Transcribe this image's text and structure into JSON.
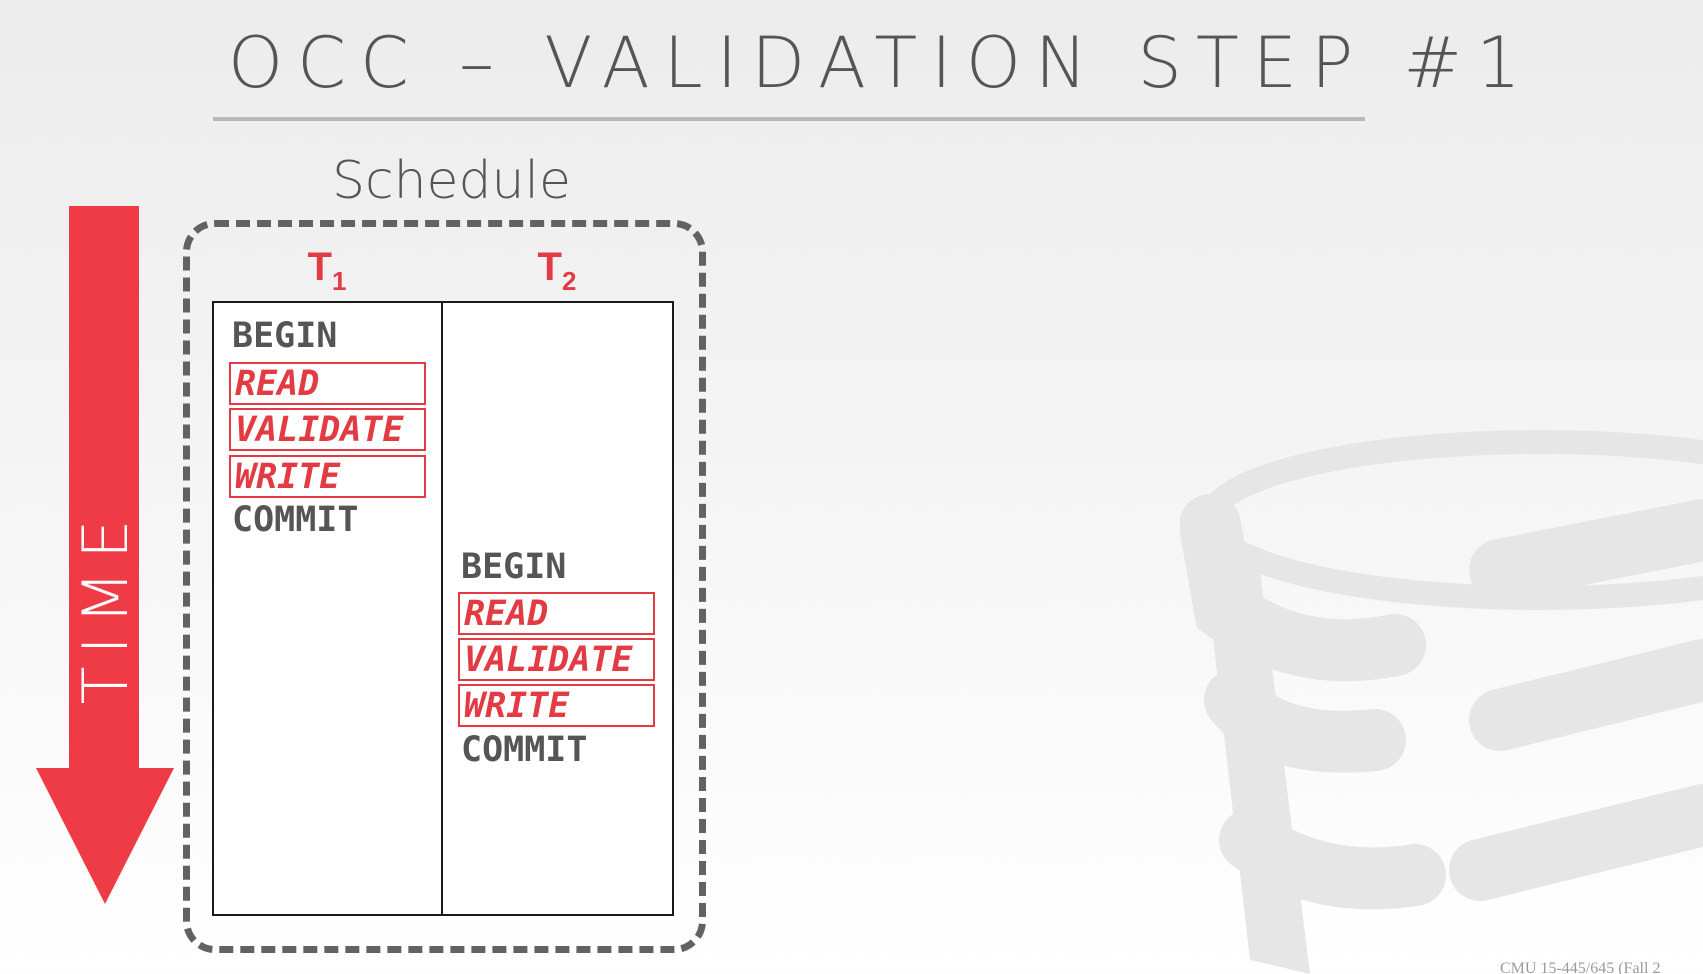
{
  "slide": {
    "title": "OCC – VALIDATION STEP #1",
    "schedule_label": "Schedule",
    "time_label": "TIME",
    "footer": "CMU 15-445/645 (Fall 2"
  },
  "transactions": [
    {
      "name": "T",
      "subscript": "1",
      "ops": [
        {
          "label": "BEGIN",
          "boxed": false
        },
        {
          "label": "READ",
          "boxed": true
        },
        {
          "label": "VALIDATE",
          "boxed": true
        },
        {
          "label": "WRITE",
          "boxed": true
        },
        {
          "label": "COMMIT",
          "boxed": false
        }
      ]
    },
    {
      "name": "T",
      "subscript": "2",
      "ops": [
        {
          "label": "BEGIN",
          "boxed": false
        },
        {
          "label": "READ",
          "boxed": true
        },
        {
          "label": "VALIDATE",
          "boxed": true
        },
        {
          "label": "WRITE",
          "boxed": true
        },
        {
          "label": "COMMIT",
          "boxed": false
        }
      ]
    }
  ],
  "colors": {
    "accent_red": "#e23b44",
    "text_gray": "#555555",
    "frame_gray": "#626262",
    "logo_gray": "#e6e6e6"
  },
  "icons": {
    "time_arrow": "down-arrow-icon",
    "logo": "database-logo-icon"
  }
}
